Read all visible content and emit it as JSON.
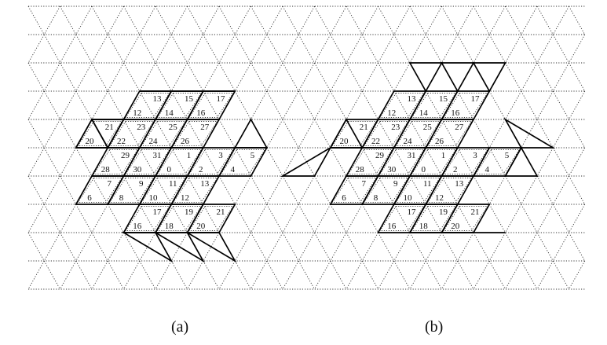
{
  "captions": {
    "a": "(a)",
    "b": "(b)"
  },
  "panels": [
    {
      "name": "a",
      "rows": [
        {
          "right": [
            "13",
            "15",
            "17"
          ],
          "left": [
            "12",
            "14",
            "16"
          ]
        },
        {
          "right": [
            "21",
            "23",
            "25",
            "27"
          ],
          "left": [
            "20",
            "22",
            "24",
            "26"
          ]
        },
        {
          "right": [
            "29",
            "31",
            "1",
            "3",
            "5"
          ],
          "left": [
            "28",
            "30",
            "0",
            "2",
            "4"
          ]
        },
        {
          "right": [
            "7",
            "9",
            "11",
            "13"
          ],
          "left": [
            "6",
            "8",
            "10",
            "12"
          ]
        },
        {
          "right": [
            "17",
            "19",
            "21"
          ],
          "left": [
            "16",
            "18",
            "20"
          ]
        }
      ]
    },
    {
      "name": "b",
      "rows": [
        {
          "right": [
            "13",
            "15",
            "17"
          ],
          "left": [
            "12",
            "14",
            "16"
          ]
        },
        {
          "right": [
            "21",
            "23",
            "25",
            "27"
          ],
          "left": [
            "20",
            "22",
            "24",
            "26"
          ]
        },
        {
          "right": [
            "29",
            "31",
            "1",
            "3",
            "5"
          ],
          "left": [
            "28",
            "30",
            "0",
            "2",
            "4"
          ]
        },
        {
          "right": [
            "7",
            "9",
            "11",
            "13"
          ],
          "left": [
            "6",
            "8",
            "10",
            "12"
          ]
        },
        {
          "right": [
            "17",
            "19",
            "21"
          ],
          "left": [
            "16",
            "18",
            "20"
          ]
        }
      ]
    }
  ],
  "colors": {
    "grid": "#333333",
    "outline": "#000000",
    "text": "#111111"
  }
}
